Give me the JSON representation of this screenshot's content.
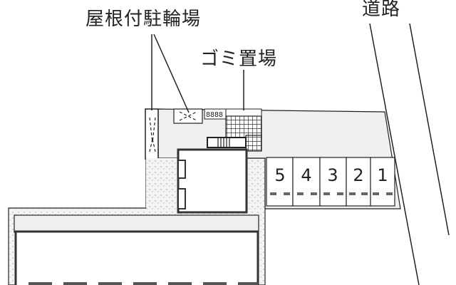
{
  "labels": {
    "bicycle_parking": "屋根付駐輪場",
    "garbage_area": "ゴミ置場",
    "road": "道路"
  },
  "parking": {
    "spots": [
      "5",
      "4",
      "3",
      "2",
      "1"
    ]
  },
  "colors": {
    "line": "#222222",
    "paved": "#efefef",
    "gravel": "#f2f2f2",
    "building": "#ffffff"
  }
}
